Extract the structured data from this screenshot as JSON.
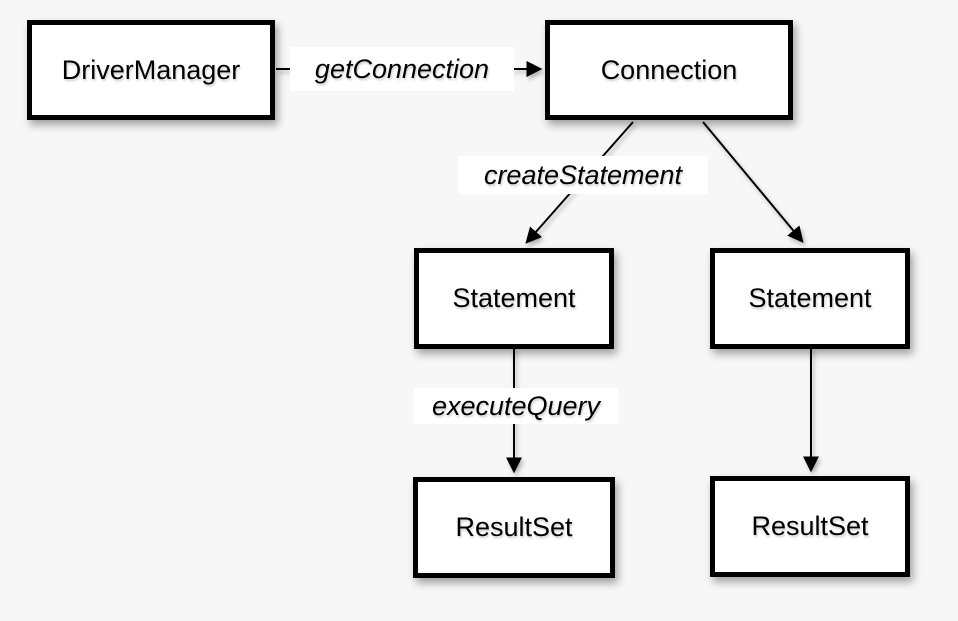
{
  "canvas": {
    "background_color": "#f7f7f7"
  },
  "colors": {
    "box_fill": "#ffffff",
    "box_border": "#000000",
    "text": "#000000",
    "arrow": "#000000"
  },
  "nodes": {
    "driverManager": {
      "label": "DriverManager"
    },
    "connection": {
      "label": "Connection"
    },
    "statementLeft": {
      "label": "Statement"
    },
    "statementRight": {
      "label": "Statement"
    },
    "resultSetLeft": {
      "label": "ResultSet"
    },
    "resultSetRight": {
      "label": "ResultSet"
    }
  },
  "edges": {
    "getConnection": {
      "label": "getConnection",
      "from": "DriverManager",
      "to": "Connection"
    },
    "createStatement": {
      "label": "createStatement",
      "from": "Connection",
      "to": "Statement"
    },
    "connectionToStatementRight": {
      "label": "",
      "from": "Connection",
      "to": "Statement"
    },
    "executeQuery": {
      "label": "executeQuery",
      "from": "Statement",
      "to": "ResultSet"
    },
    "statementRightToResultSetRight": {
      "label": "",
      "from": "Statement",
      "to": "ResultSet"
    }
  }
}
